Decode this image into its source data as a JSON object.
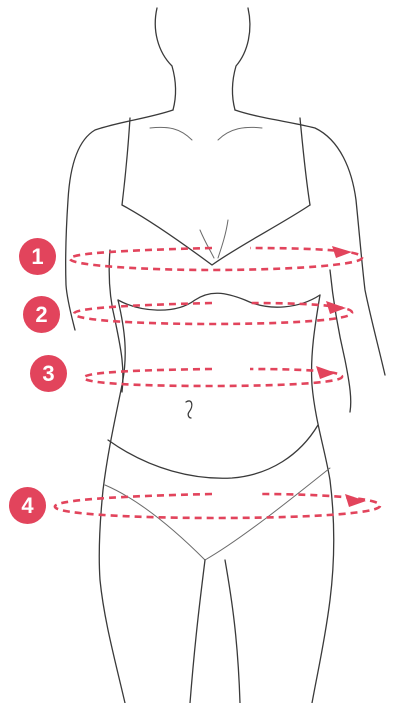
{
  "colors": {
    "accent": "#e2445c",
    "outline": "#3a3a3a",
    "background": "#ffffff"
  },
  "markers": [
    {
      "number": "1",
      "icon": "tape-loop-icon"
    },
    {
      "number": "2",
      "icon": "tape-loop-icon"
    },
    {
      "number": "3",
      "icon": "tape-loop-icon"
    },
    {
      "number": "4",
      "icon": "tape-loop-icon"
    }
  ]
}
